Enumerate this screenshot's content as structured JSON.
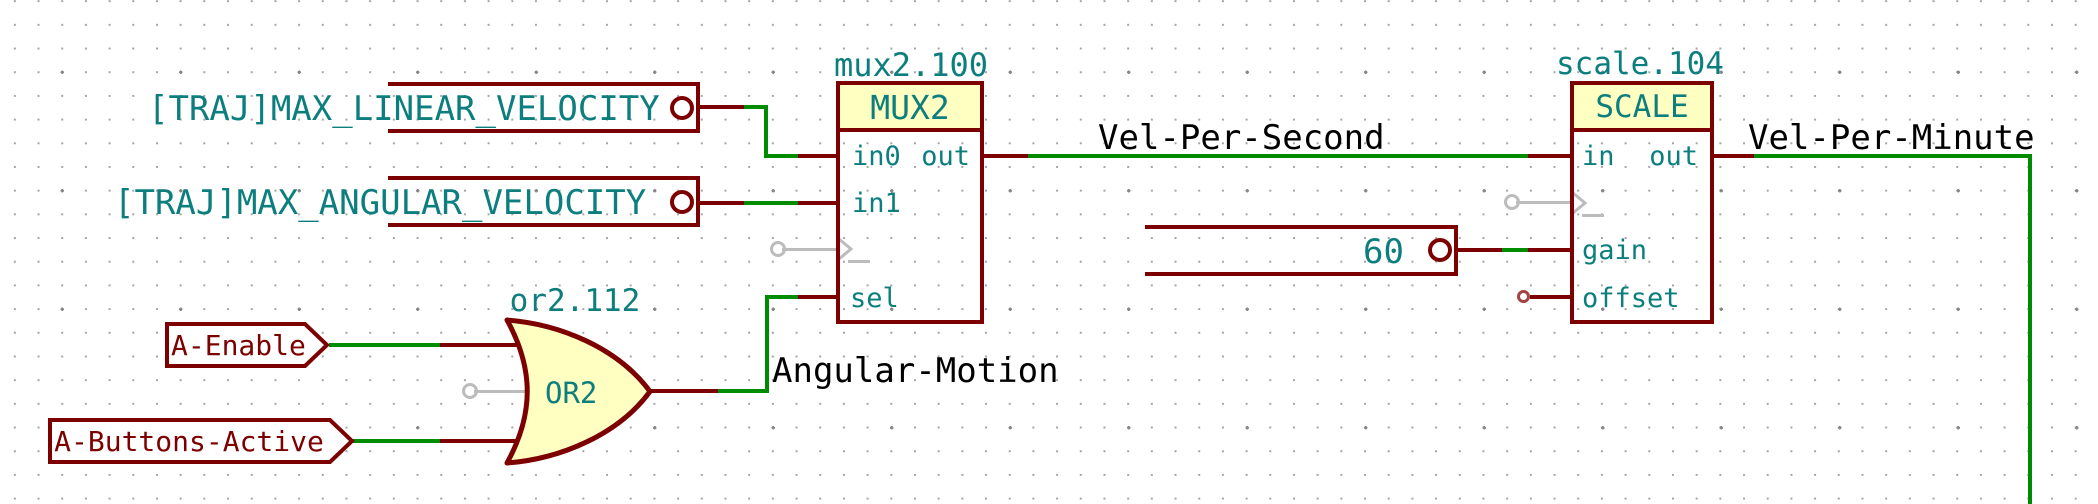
{
  "editor": {
    "view": "hal-schematic-canvas"
  },
  "components": {
    "mux2": {
      "ref": "mux2.100",
      "type": "MUX2",
      "pins": {
        "in0": "in0",
        "in1": "in1",
        "sel": "sel",
        "out": "out"
      }
    },
    "scale": {
      "ref": "scale.104",
      "type": "SCALE",
      "pins": {
        "in": "in",
        "gain": "gain",
        "offset": "offset",
        "out": "out"
      }
    },
    "or2": {
      "ref": "or2.112",
      "type": "OR2"
    }
  },
  "global_labels": {
    "max_linear_velocity": "[TRAJ]MAX_LINEAR_VELOCITY",
    "max_angular_velocity": "[TRAJ]MAX_ANGULAR_VELOCITY",
    "a_enable": "A-Enable",
    "a_buttons_active": "A-Buttons-Active"
  },
  "constants": {
    "scale_gain_value": "60"
  },
  "net_labels": {
    "vel_per_second": "Vel-Per-Second",
    "vel_per_minute": "Vel-Per-Minute",
    "angular_motion": "Angular-Motion"
  },
  "colors": {
    "symbol_outline": "#7d0000",
    "symbol_fill": "#ffffc2",
    "symbol_text": "#0d7e7e",
    "wire": "#008c00",
    "net_label_text": "#000000",
    "global_label_text": "#7d0000",
    "unconnected_pin": "#bcbcbc",
    "background": "#ffffff",
    "grid_dot": "#a4a4a8"
  }
}
